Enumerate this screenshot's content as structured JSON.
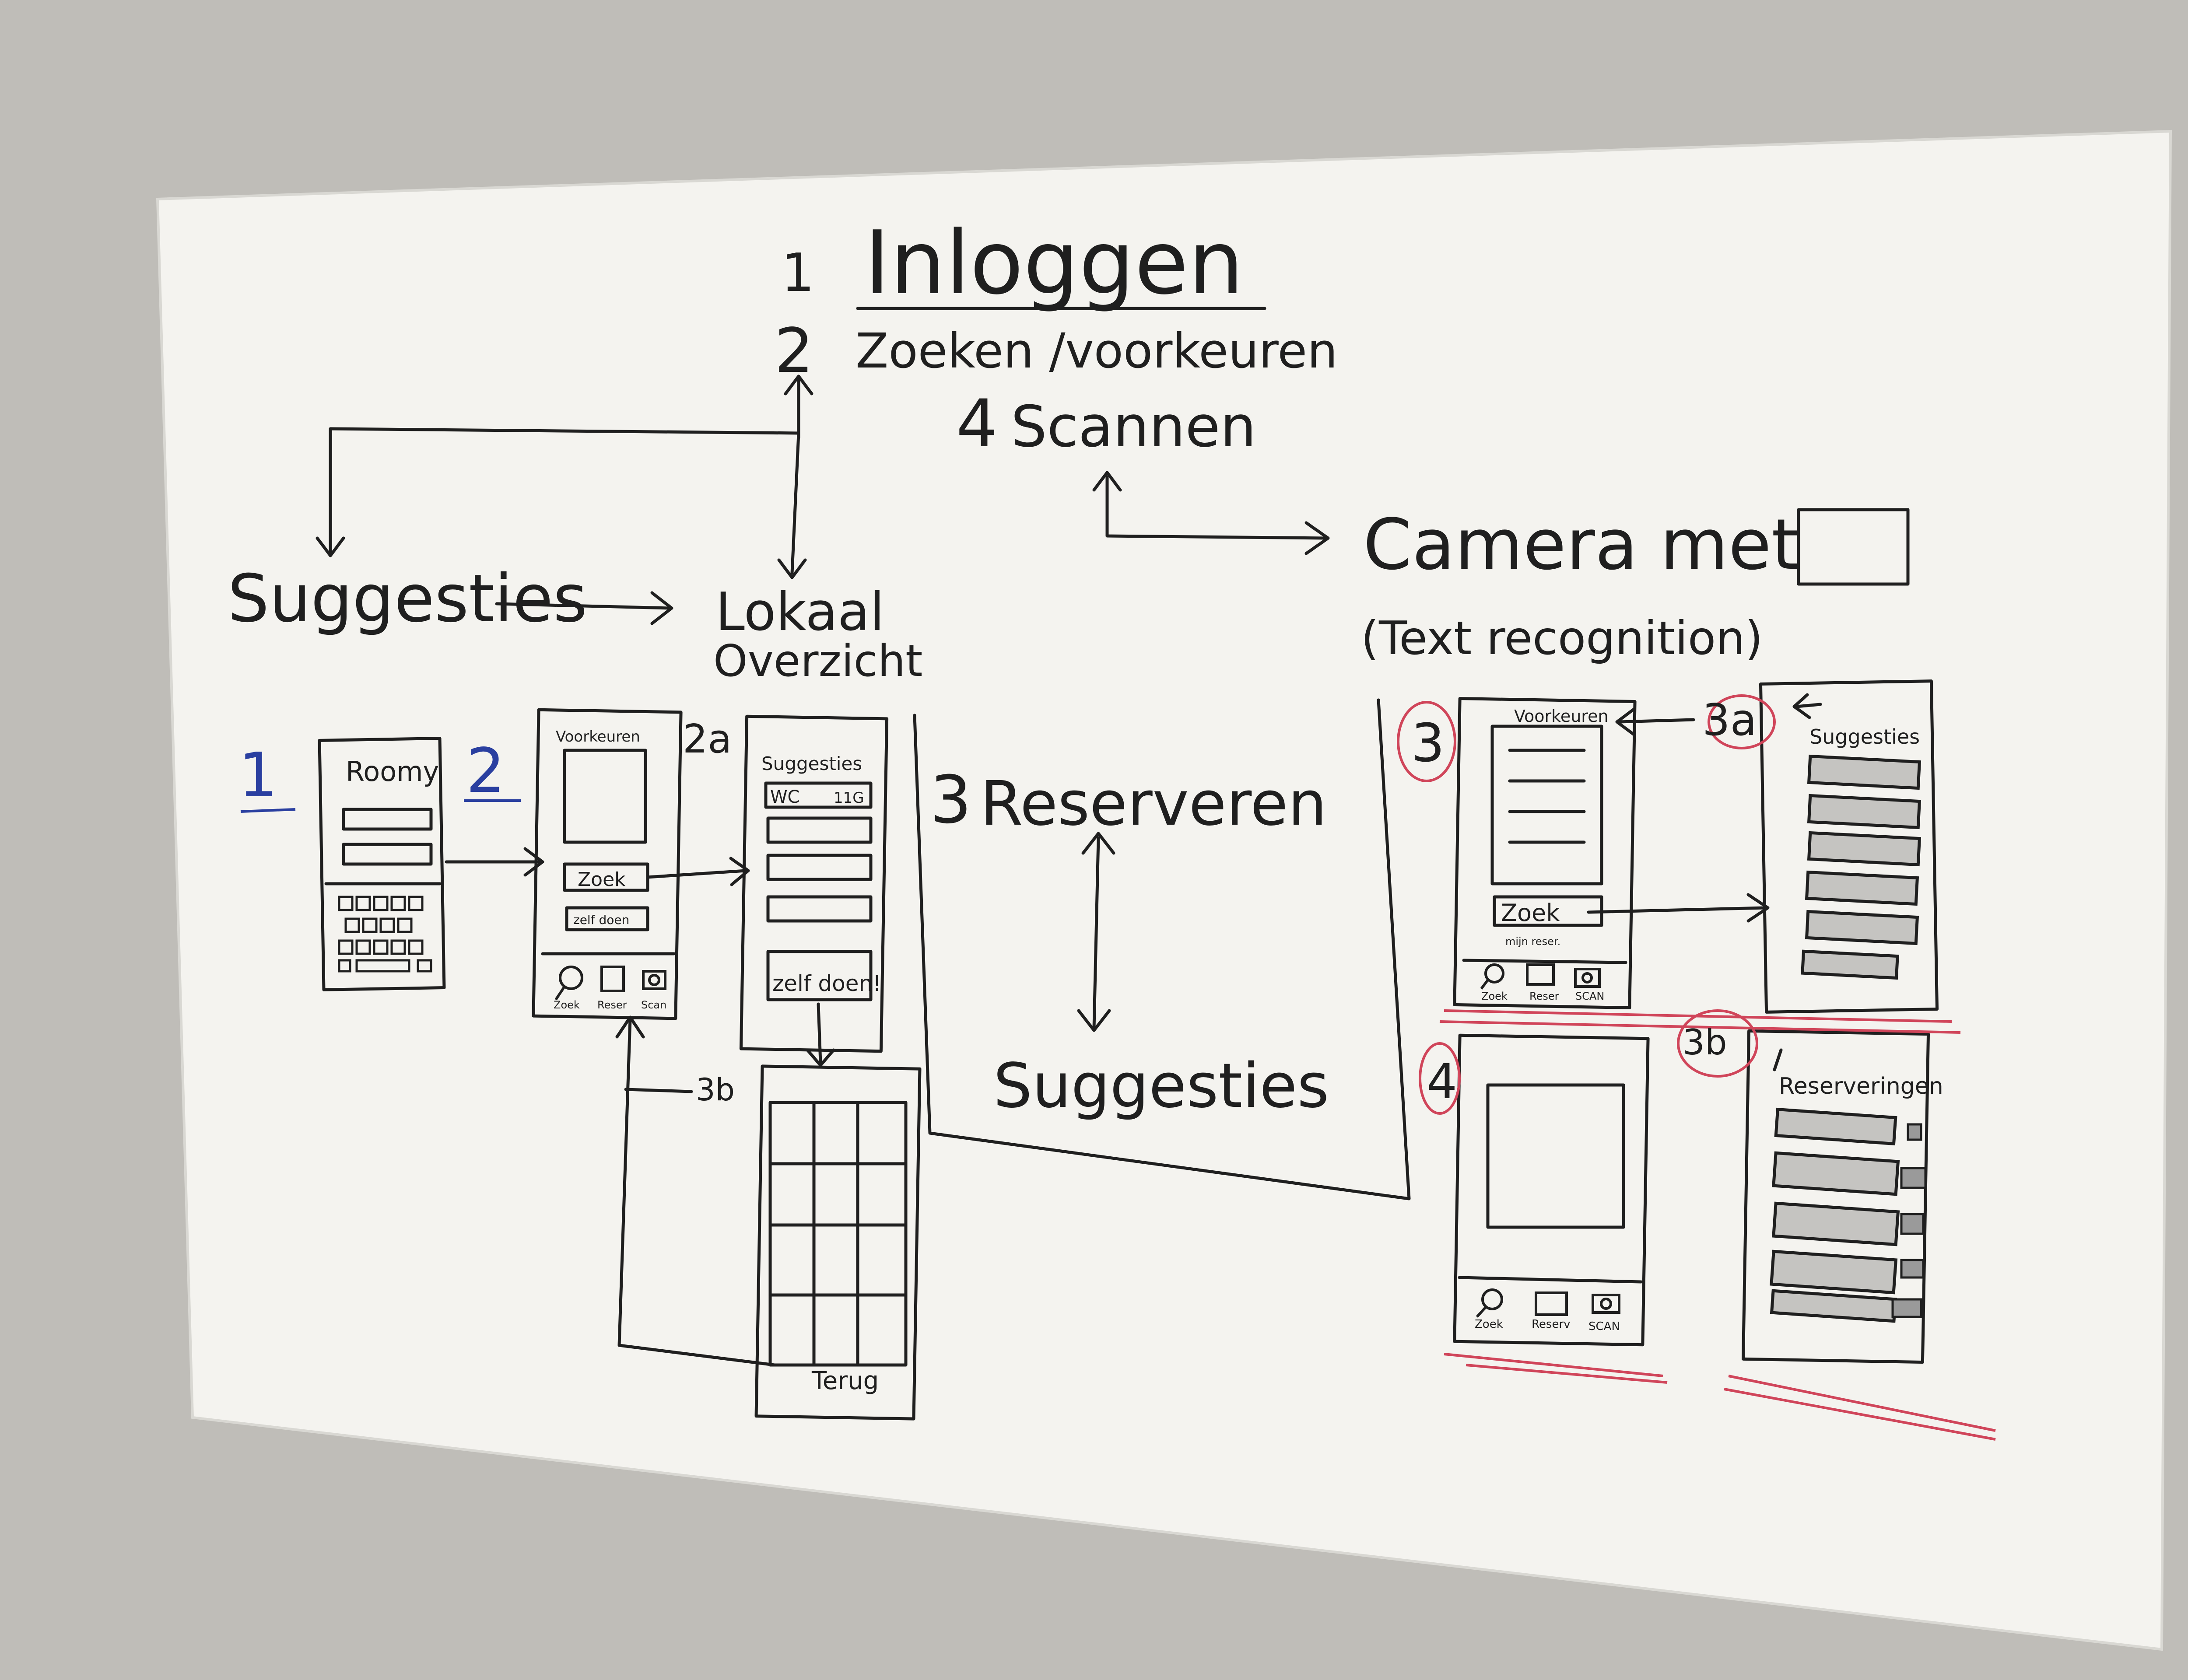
{
  "colors": {
    "wall": "#bfbdb8",
    "board": "#f4f3ef",
    "ink": "#1f1f1f",
    "red": "#d0455a",
    "blue": "#2a3fa0"
  },
  "heading": {
    "n1": "1",
    "t1": "Inloggen",
    "n2": "2",
    "t2": "Zoeken /voorkeuren",
    "n4": "4",
    "t4": "Scannen"
  },
  "flow": {
    "suggesties_left": "Suggesties",
    "lokaal_line1": "Lokaal",
    "lokaal_line2": "Overzicht",
    "camera": "Camera met",
    "text_recognition": "(Text recognition)",
    "reserveren_num": "3",
    "reserveren": "Reserveren",
    "suggesties_mid": "Suggesties"
  },
  "left_screens": {
    "label_1": "1",
    "label_2": "2",
    "login_title": "Roomy",
    "home_header": "Voorkeuren",
    "zoek_btn": "Zoek",
    "zelf_btn": "zelf doen",
    "nav": [
      "Zoek",
      "Reser",
      "Scan"
    ],
    "label_2a": "2a",
    "sugg_title": "Suggesties",
    "wc_row": "WC",
    "wc_val": "11G",
    "zelf_doen": "zelf doen!",
    "label_3b": "3b",
    "terug": "Terug"
  },
  "right_screens": {
    "label_3": "3",
    "label_3a": "3a",
    "label_4": "4",
    "label_3b": "3b",
    "home_header": "Voorkeuren",
    "zoek_btn": "Zoek",
    "mijn_reser": "mijn reser.",
    "nav": [
      "Zoek",
      "Reser",
      "SCAN"
    ],
    "sugg_title": "Suggesties",
    "reserveringen": "Reserveringen",
    "scan_nav": [
      "Zoek",
      "Reserv",
      "SCAN"
    ]
  }
}
